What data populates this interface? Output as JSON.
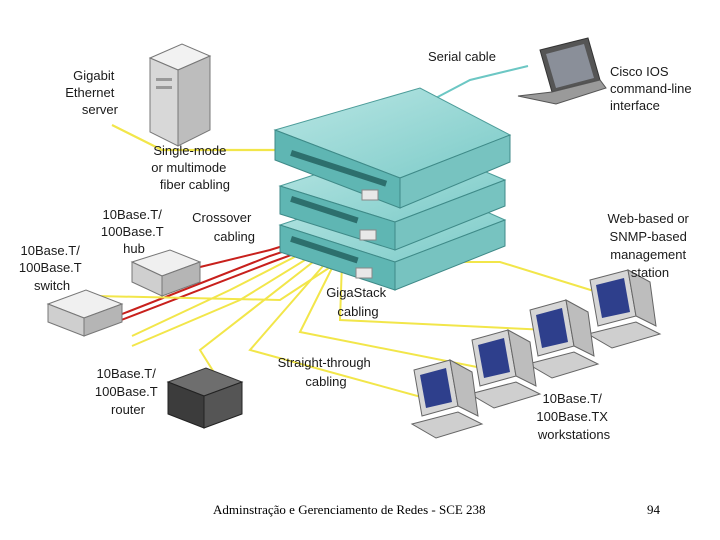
{
  "labels": {
    "gigabit_server": [
      "Gigabit",
      "Ethernet",
      "server"
    ],
    "serial_cable": [
      "Serial cable"
    ],
    "cisco_ios": [
      "Cisco IOS",
      "command-line",
      "interface"
    ],
    "fiber_cabling": [
      "Single-mode",
      "or multimode",
      "fiber cabling"
    ],
    "hub": [
      "10Base.T/",
      "100Base.T",
      "hub"
    ],
    "crossover": [
      "Crossover",
      "cabling"
    ],
    "switch": [
      "10Base.T/",
      "100Base.T",
      "switch"
    ],
    "management_station": [
      "Web-based or",
      "SNMP-based",
      "management",
      "station"
    ],
    "gigastack": [
      "GigaStack",
      "cabling"
    ],
    "straight_through": [
      "Straight-through",
      "cabling"
    ],
    "router": [
      "10Base.T/",
      "100Base.T",
      "router"
    ],
    "workstations": [
      "10Base.T/",
      "100Base.TX",
      "workstations"
    ]
  },
  "footer": {
    "title": "Adminstração e Gerenciamento de Redes - SCE 238",
    "page": "94"
  },
  "colors": {
    "switch_teal": "#8fd3d1",
    "cable_yellow": "#f2e64a",
    "cable_red": "#c8201c",
    "serial_teal": "#6cc7c4"
  }
}
